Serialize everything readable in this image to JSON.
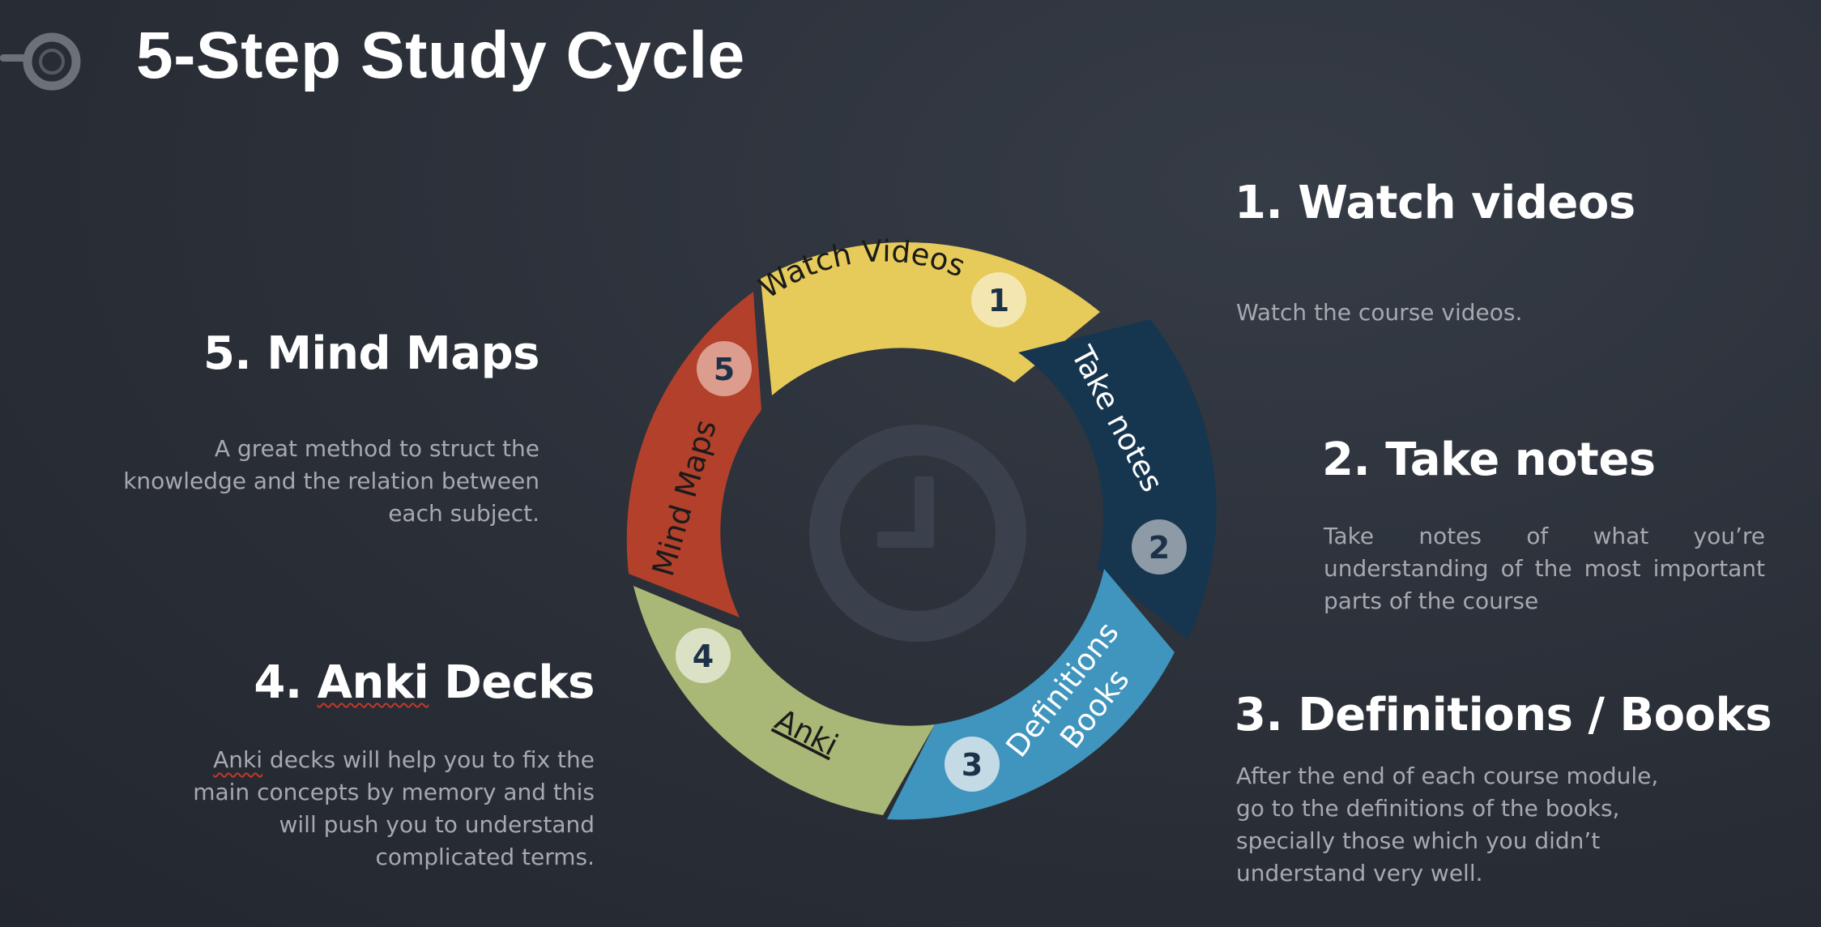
{
  "title": "5-Step Study Cycle",
  "colors": {
    "background": "#2c313a",
    "step1": "#e6ca5a",
    "step2": "#16364f",
    "step3": "#3f95bd",
    "step4": "#a9b876",
    "step5": "#b2402b",
    "badge": "#e5e6e3",
    "clock": "#3a404a"
  },
  "icons": {
    "logo": "magnifier-ring-icon",
    "center": "clock-icon"
  },
  "steps": [
    {
      "heading": "1. Watch videos",
      "description": "Watch the course videos.",
      "segment_label": "Watch Videos",
      "number": "1"
    },
    {
      "heading": "2. Take notes",
      "description": "Take notes of what you’re understanding of the most important parts of the course",
      "segment_label": "Take notes",
      "number": "2"
    },
    {
      "heading": "3. Definitions / Books",
      "description": "After the end of each course module, go to the definitions of the books, specially those which you didn’t understand very well.",
      "segment_label_line1": "Definitions",
      "segment_label_line2": "Books",
      "number": "3"
    },
    {
      "heading_number": "4.",
      "heading_anki": "Anki",
      "heading_rest": "Decks",
      "description_anki": "Anki",
      "description_rest": " decks will help you to fix the main concepts by memory and this will push you to understand complicated terms.",
      "segment_label": "Anki",
      "number": "4"
    },
    {
      "heading": "5. Mind Maps",
      "description": "A great method to struct the knowledge and the relation between each subject.",
      "segment_label": "Mind Maps",
      "number": "5"
    }
  ]
}
